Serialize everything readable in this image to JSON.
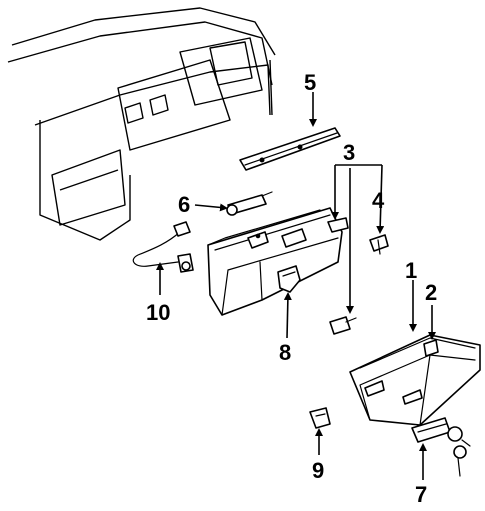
{
  "diagram": {
    "callouts": {
      "c1": "1",
      "c2": "2",
      "c3": "3",
      "c4": "4",
      "c5": "5",
      "c6": "6",
      "c7": "7",
      "c8": "8",
      "c9": "9",
      "c10": "10"
    },
    "colors": {
      "line": "#000000",
      "background": "#ffffff"
    }
  }
}
